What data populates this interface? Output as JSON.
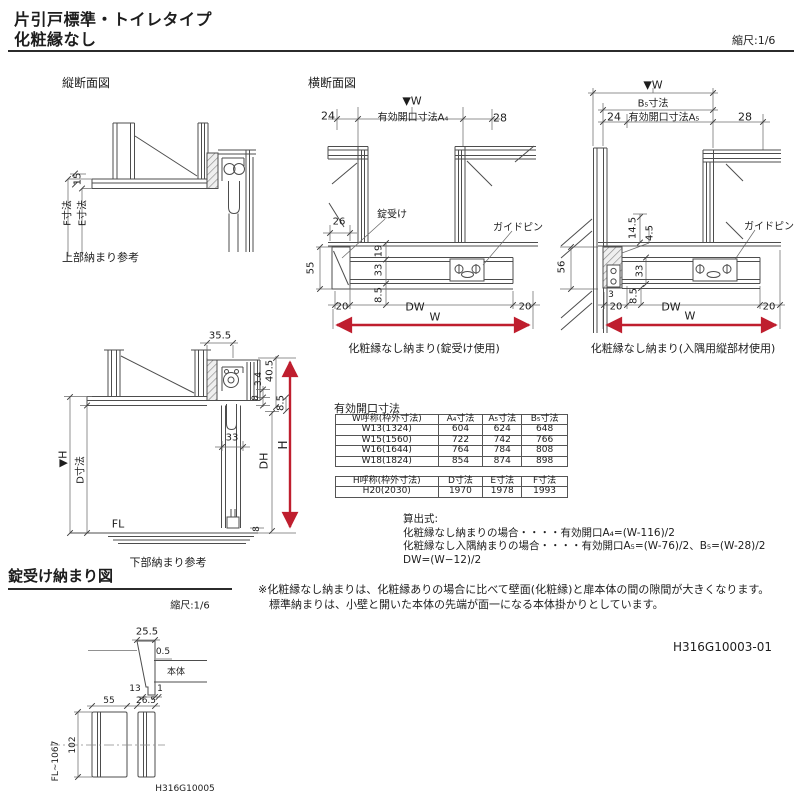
{
  "colors": {
    "accent_red": "#bf1e2e",
    "line_gray": "#4d4d4d",
    "text": "#1d1d1d"
  },
  "header": {
    "title_line1": "片引戸標準・トイレタイプ",
    "title_line2": "化粧縁なし",
    "scale": "縮尺:1/6"
  },
  "fig_top_left": {
    "label": "縦断面図",
    "caption": "上部納まり参考",
    "dim_15": "15",
    "dim_f": "F寸法",
    "dim_e": "E寸法"
  },
  "fig_mid": {
    "label": "横断面図",
    "marker_w": "▼W",
    "dim_24": "24",
    "opening": "有効開口寸法A₄",
    "dim_28": "28",
    "callout_lock": "錠受け",
    "callout_pin": "ガイドピン",
    "dim_26": "26",
    "dim_55": "55",
    "dim_19": "19",
    "dim_33": "33",
    "dim_8_5": "8.5",
    "dim_20_left": "20",
    "dim_dw": "DW",
    "dim_20_right": "20",
    "dim_w": "W",
    "caption": "化粧縁なし納まり(錠受け使用)"
  },
  "fig_right": {
    "marker_w": "▼W",
    "dim_b5": "B₅寸法",
    "dim_24": "24",
    "opening": "有効開口寸法A₅",
    "dim_28": "28",
    "dim_14_5": "14.5",
    "dim_4_5": "4.5",
    "callout_pin": "ガイドピン",
    "dim_56": "56",
    "dim_33": "33",
    "dim_3": "3",
    "dim_8_5": "8.5",
    "dim_20_left": "20",
    "dim_dw": "DW",
    "dim_20_right": "20",
    "dim_w": "W",
    "caption": "化粧縁なし納まり(入隅用縦部材使用)"
  },
  "fig_bottom_left": {
    "dim_35_5": "35.5",
    "dim_40_5": "40.5",
    "dim_3_4": "3.4",
    "dim_8_top": "8",
    "dim_8_5": "8.5",
    "dim_33": "33",
    "dim_dh": "DH",
    "dim_h": "H",
    "marker_h": "▼H",
    "dim_d": "D寸法",
    "fl": "FL",
    "dim_8_bottom": "8",
    "caption": "下部納まり参考"
  },
  "table": {
    "title": "有効開口寸法",
    "w_headers": [
      "W呼称(枠外寸法)",
      "A₄寸法",
      "A₅寸法",
      "B₅寸法"
    ],
    "w_rows": [
      [
        "W13(1324)",
        "604",
        "624",
        "648"
      ],
      [
        "W15(1560)",
        "722",
        "742",
        "766"
      ],
      [
        "W16(1644)",
        "764",
        "784",
        "808"
      ],
      [
        "W18(1824)",
        "854",
        "874",
        "898"
      ]
    ],
    "h_headers": [
      "H呼称(枠外寸法)",
      "D寸法",
      "E寸法",
      "F寸法"
    ],
    "h_rows": [
      [
        "H20(2030)",
        "1970",
        "1978",
        "1993"
      ]
    ]
  },
  "formulas": {
    "title": "算出式:",
    "line1": "化粧縁なし納まりの場合・・・・有効開口A₄=(W-116)/2",
    "line2": "化粧縁なし入隅納まりの場合・・・・有効開口A₅=(W-76)/2、B₅=(W-28)/2",
    "line3": "DW=(W−12)/2"
  },
  "notes": {
    "line1": "※化粧縁なし納まりは、化粧縁ありの場合に比べて壁面(化粧縁)と扉本体の間の隙間が大きくなります。",
    "line2": "標準納まりは、小壁と開いた本体の先端が面一になる本体掛かりとしています。"
  },
  "fig_lock": {
    "title": "錠受け納まり図",
    "scale": "縮尺:1/6",
    "dim_25_5": "25.5",
    "dim_0_5": "0.5",
    "body": "本体",
    "dim_13": "13",
    "dim_1": "1",
    "dim_26_5": "26.5",
    "dim_55": "55",
    "dim_102": "102",
    "dim_fl": "FL~1067",
    "ref": "H316G10005"
  },
  "doc_number": "H316G10003-01"
}
